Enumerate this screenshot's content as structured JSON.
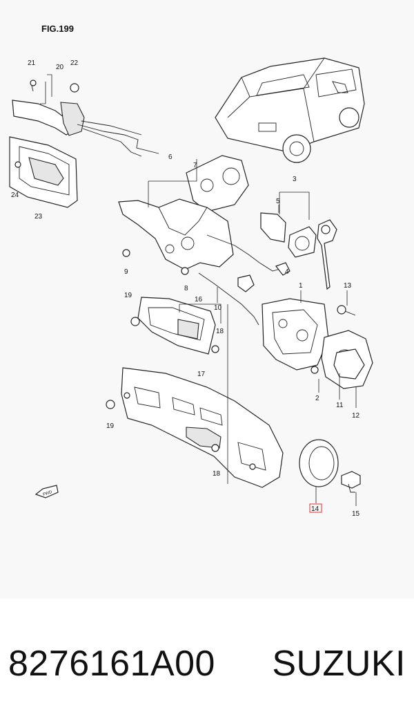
{
  "figure": {
    "title": "FIG.199",
    "callouts": {
      "c1": "1",
      "c2": "2",
      "c3": "3",
      "c4": "4",
      "c5": "5",
      "c6": "6",
      "c7": "7",
      "c8": "8",
      "c9": "9",
      "c10": "10",
      "c11": "11",
      "c12": "12",
      "c13": "13",
      "c14": "14",
      "c15": "15",
      "c16": "16",
      "c17": "17",
      "c18a": "18",
      "c18b": "18",
      "c19a": "19",
      "c19b": "19",
      "c20": "20",
      "c21": "21",
      "c22": "22",
      "c23": "23",
      "c24": "24"
    },
    "direction_marker": "FWD",
    "highlight_color": "#e03030"
  },
  "caption": {
    "part_number": "8276161A00",
    "brand": "SUZUKI"
  }
}
